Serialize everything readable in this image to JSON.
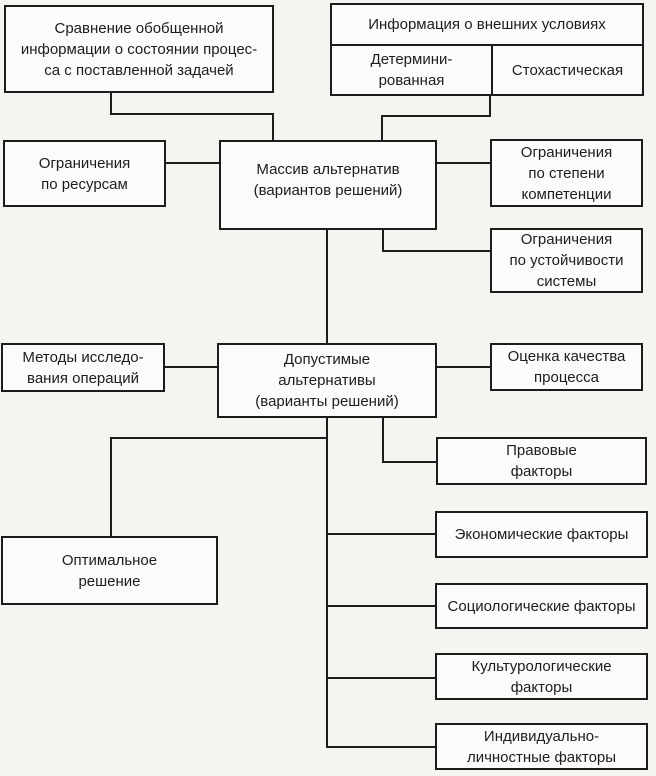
{
  "diagram": {
    "description": "Flowchart of decision-making process (scanned book diagram, Russian)",
    "nodes": {
      "comparison": {
        "label": "Сравнение обобщенной\nинформации о состоянии процес-\nса с поставленной задачей"
      },
      "external_info": {
        "label": "Информация о внешних условиях"
      },
      "deterministic": {
        "label": "Детермини-\nрованная"
      },
      "stochastic": {
        "label": "Стохастическая"
      },
      "resource_constraints": {
        "label": "Ограничения\nпо ресурсам"
      },
      "alternatives_array": {
        "label": "Массив альтернатив\n(вариантов решений)"
      },
      "competence_constraints": {
        "label": "Ограничения\nпо степени\nкомпетенции"
      },
      "stability_constraints": {
        "label": "Ограничения\nпо устойчивости\nсистемы"
      },
      "operations_methods": {
        "label": "Методы исследо-\nвания операций"
      },
      "feasible_alternatives": {
        "label": "Допустимые\nальтернативы\n(варианты решений)"
      },
      "process_quality": {
        "label": "Оценка качества\nпроцесса"
      },
      "legal_factors": {
        "label": "Правовые\nфакторы"
      },
      "optimal_decision": {
        "label": "Оптимальное\nрешение"
      },
      "economic_factors": {
        "label": "Экономические факторы"
      },
      "sociological_factors": {
        "label": "Социологические факторы"
      },
      "cultural_factors": {
        "label": "Культурологические\nфакторы"
      },
      "individual_factors": {
        "label": "Индивидуально-\nличностные факторы"
      }
    },
    "edges": [
      {
        "from": "comparison",
        "to": "alternatives_array"
      },
      {
        "from": "external_info",
        "to": "alternatives_array"
      },
      {
        "from": "resource_constraints",
        "to": "alternatives_array"
      },
      {
        "from": "alternatives_array",
        "to": "competence_constraints"
      },
      {
        "from": "alternatives_array",
        "to": "stability_constraints"
      },
      {
        "from": "alternatives_array",
        "to": "feasible_alternatives"
      },
      {
        "from": "operations_methods",
        "to": "feasible_alternatives"
      },
      {
        "from": "feasible_alternatives",
        "to": "process_quality"
      },
      {
        "from": "feasible_alternatives",
        "to": "legal_factors"
      },
      {
        "from": "feasible_alternatives",
        "to": "optimal_decision"
      },
      {
        "from": "feasible_alternatives",
        "to": "economic_factors"
      },
      {
        "from": "feasible_alternatives",
        "to": "sociological_factors"
      },
      {
        "from": "feasible_alternatives",
        "to": "cultural_factors"
      },
      {
        "from": "feasible_alternatives",
        "to": "individual_factors"
      }
    ]
  },
  "colors": {
    "line": "#1c1c1c",
    "text": "#1d1d1d",
    "box_bg": "#fbfbf9",
    "page_bg": "#f5f4f1"
  }
}
